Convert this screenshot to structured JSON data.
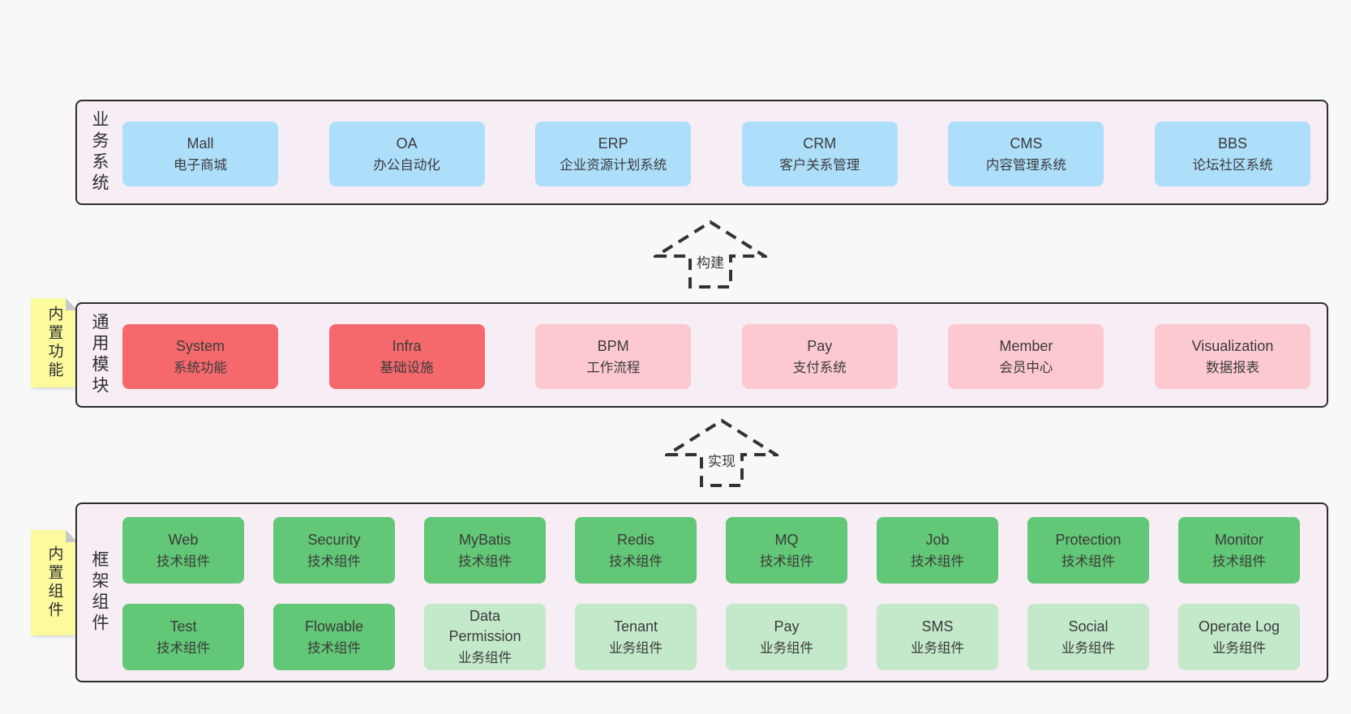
{
  "colors": {
    "page_bg": "#f8f8f8",
    "section_bg": "#f7edf5",
    "section_border": "#2d2d2d",
    "blue_box": "#aedffa",
    "red_box": "#f5696d",
    "pink_box": "#fcc9d1",
    "green_box": "#62c776",
    "light_green_box": "#c3e8ca",
    "sticky_yellow": "#fbfb9e",
    "text": "#3b3b3b"
  },
  "arrows": {
    "build": "构建",
    "implement": "实现"
  },
  "sections": {
    "business": {
      "label": "业务系统",
      "boxes": [
        {
          "title": "Mall",
          "subtitle": "电子商城",
          "variant": "blue"
        },
        {
          "title": "OA",
          "subtitle": "办公自动化",
          "variant": "blue"
        },
        {
          "title": "ERP",
          "subtitle": "企业资源计划系统",
          "variant": "blue"
        },
        {
          "title": "CRM",
          "subtitle": "客户关系管理",
          "variant": "blue"
        },
        {
          "title": "CMS",
          "subtitle": "内容管理系统",
          "variant": "blue"
        },
        {
          "title": "BBS",
          "subtitle": "论坛社区系统",
          "variant": "blue"
        }
      ]
    },
    "modules": {
      "label": "通用模块",
      "sticky": "内置功能",
      "boxes": [
        {
          "title": "System",
          "subtitle": "系统功能",
          "variant": "red"
        },
        {
          "title": "Infra",
          "subtitle": "基础设施",
          "variant": "red"
        },
        {
          "title": "BPM",
          "subtitle": "工作流程",
          "variant": "pink"
        },
        {
          "title": "Pay",
          "subtitle": "支付系统",
          "variant": "pink"
        },
        {
          "title": "Member",
          "subtitle": "会员中心",
          "variant": "pink"
        },
        {
          "title": "Visualization",
          "subtitle": "数据报表",
          "variant": "pink"
        }
      ]
    },
    "components": {
      "label": "框架组件",
      "sticky": "内置组件",
      "row1": [
        {
          "title": "Web",
          "subtitle": "技术组件",
          "variant": "green"
        },
        {
          "title": "Security",
          "subtitle": "技术组件",
          "variant": "green"
        },
        {
          "title": "MyBatis",
          "subtitle": "技术组件",
          "variant": "green"
        },
        {
          "title": "Redis",
          "subtitle": "技术组件",
          "variant": "green"
        },
        {
          "title": "MQ",
          "subtitle": "技术组件",
          "variant": "green"
        },
        {
          "title": "Job",
          "subtitle": "技术组件",
          "variant": "green"
        },
        {
          "title": "Protection",
          "subtitle": "技术组件",
          "variant": "green"
        },
        {
          "title": "Monitor",
          "subtitle": "技术组件",
          "variant": "green"
        }
      ],
      "row2": [
        {
          "title": "Test",
          "subtitle": "技术组件",
          "variant": "green"
        },
        {
          "title": "Flowable",
          "subtitle": "技术组件",
          "variant": "green"
        },
        {
          "title": "Data Permission",
          "subtitle": "业务组件",
          "variant": "lgreen"
        },
        {
          "title": "Tenant",
          "subtitle": "业务组件",
          "variant": "lgreen"
        },
        {
          "title": "Pay",
          "subtitle": "业务组件",
          "variant": "lgreen"
        },
        {
          "title": "SMS",
          "subtitle": "业务组件",
          "variant": "lgreen"
        },
        {
          "title": "Social",
          "subtitle": "业务组件",
          "variant": "lgreen"
        },
        {
          "title": "Operate Log",
          "subtitle": "业务组件",
          "variant": "lgreen"
        }
      ]
    }
  }
}
